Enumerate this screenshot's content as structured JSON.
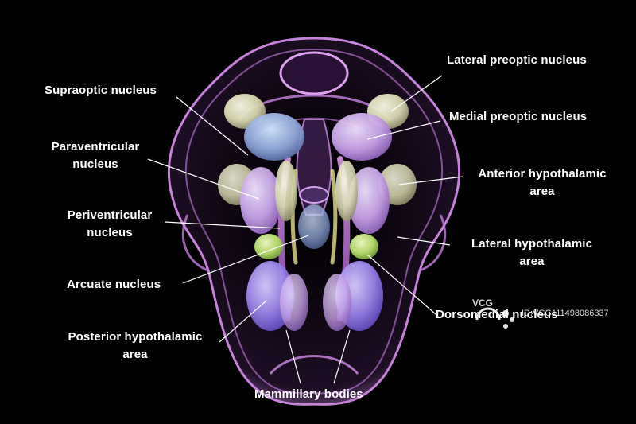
{
  "labels": {
    "supraoptic": "Supraoptic nucleus",
    "paraventricular_1": "Paraventricular",
    "paraventricular_2": "nucleus",
    "periventricular_1": "Periventricular",
    "periventricular_2": "nucleus",
    "arcuate": "Arcuate nucleus",
    "posterior_1": "Posterior hypothalamic",
    "posterior_2": "area",
    "mammillary": "Mammillary bodies",
    "lateral_preoptic": "Lateral preoptic nucleus",
    "medial_preoptic": "Medial preoptic nucleus",
    "anterior_1": "Anterior hypothalamic",
    "anterior_2": "area",
    "lateral_hypo_1": "Lateral hypothalamic",
    "lateral_hypo_2": "area",
    "dorsomedial": "Dorsomedial nucleus"
  },
  "watermark": {
    "brand": "VCG",
    "id_text": "ID:VCG111498086337"
  },
  "colors": {
    "background": "#000000",
    "outline": "#c77be0",
    "nucleus_violet": "#9a86e8",
    "nucleus_lavender": "#cdb0e8",
    "nucleus_cream": "#d8d9b0",
    "nucleus_green": "#b9e070",
    "label_text": "#ffffff"
  }
}
